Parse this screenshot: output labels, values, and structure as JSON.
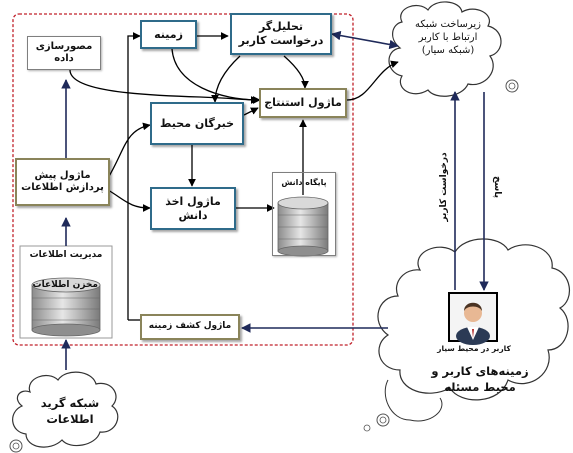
{
  "nodes": {
    "data_viz": "مصورسازی داده",
    "preprocess": "ماژول پیش پردازش اطلاعات",
    "info_mgmt_title": "مدیریت اطلاعات",
    "info_store": "مخزن اطلاعات",
    "context": "زمینه",
    "request_analyzer": "تحلیل‌گر درخواست کاربر",
    "env_experts": "خبرگان محیط",
    "inference": "ماژول استنتاج",
    "knowledge_base": "پایگاه دانش",
    "knowledge_acq": "ماژول اخذ دانش",
    "context_discovery": "ماژول کشف زمینه",
    "user_interface_cloud": "زیرساخت شبکه ارتباط با کاربر (شبکه سیار)",
    "user_label": "کاربر در محیط سیار",
    "user_context_cloud": "زمینه‌های کاربر و محیط مسئله",
    "grid_cloud": "شبکه گرید اطلاعات"
  },
  "edge_labels": {
    "user_request": "درخواست کاربر",
    "response": "پاسخ"
  },
  "colors": {
    "blue_border": "#2f6b8a",
    "olive_border": "#8a845a",
    "arrow_navy": "#1f2a5a",
    "dashed_frame": "#c0202a",
    "cylinder": "#9a9a9a"
  }
}
